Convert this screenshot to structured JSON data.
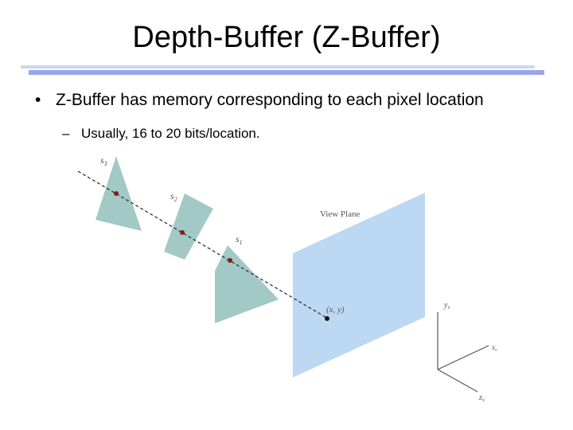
{
  "slide": {
    "title": "Depth-Buffer (Z-Buffer)",
    "bullet": "Z-Buffer has memory corresponding to each pixel location",
    "bullet_marker": "•",
    "sub_bullet": "Usually, 16 to 20 bits/location.",
    "sub_marker": "–"
  },
  "diagram": {
    "surface_labels": {
      "s3": "s",
      "s3_sub": "3",
      "s2": "s",
      "s2_sub": "2",
      "s1": "s",
      "s1_sub": "1"
    },
    "view_plane_label": "View Plane",
    "point_label": "(x, y)",
    "axis_y": "y",
    "axis_y_sub": "v",
    "axis_x": "x",
    "axis_x_sub": "v",
    "axis_z": "z",
    "axis_z_sub": "v",
    "colors": {
      "surface": "#a3c9c6",
      "view_plane": "#bcd8f2",
      "point": "#8b1a1a"
    }
  }
}
